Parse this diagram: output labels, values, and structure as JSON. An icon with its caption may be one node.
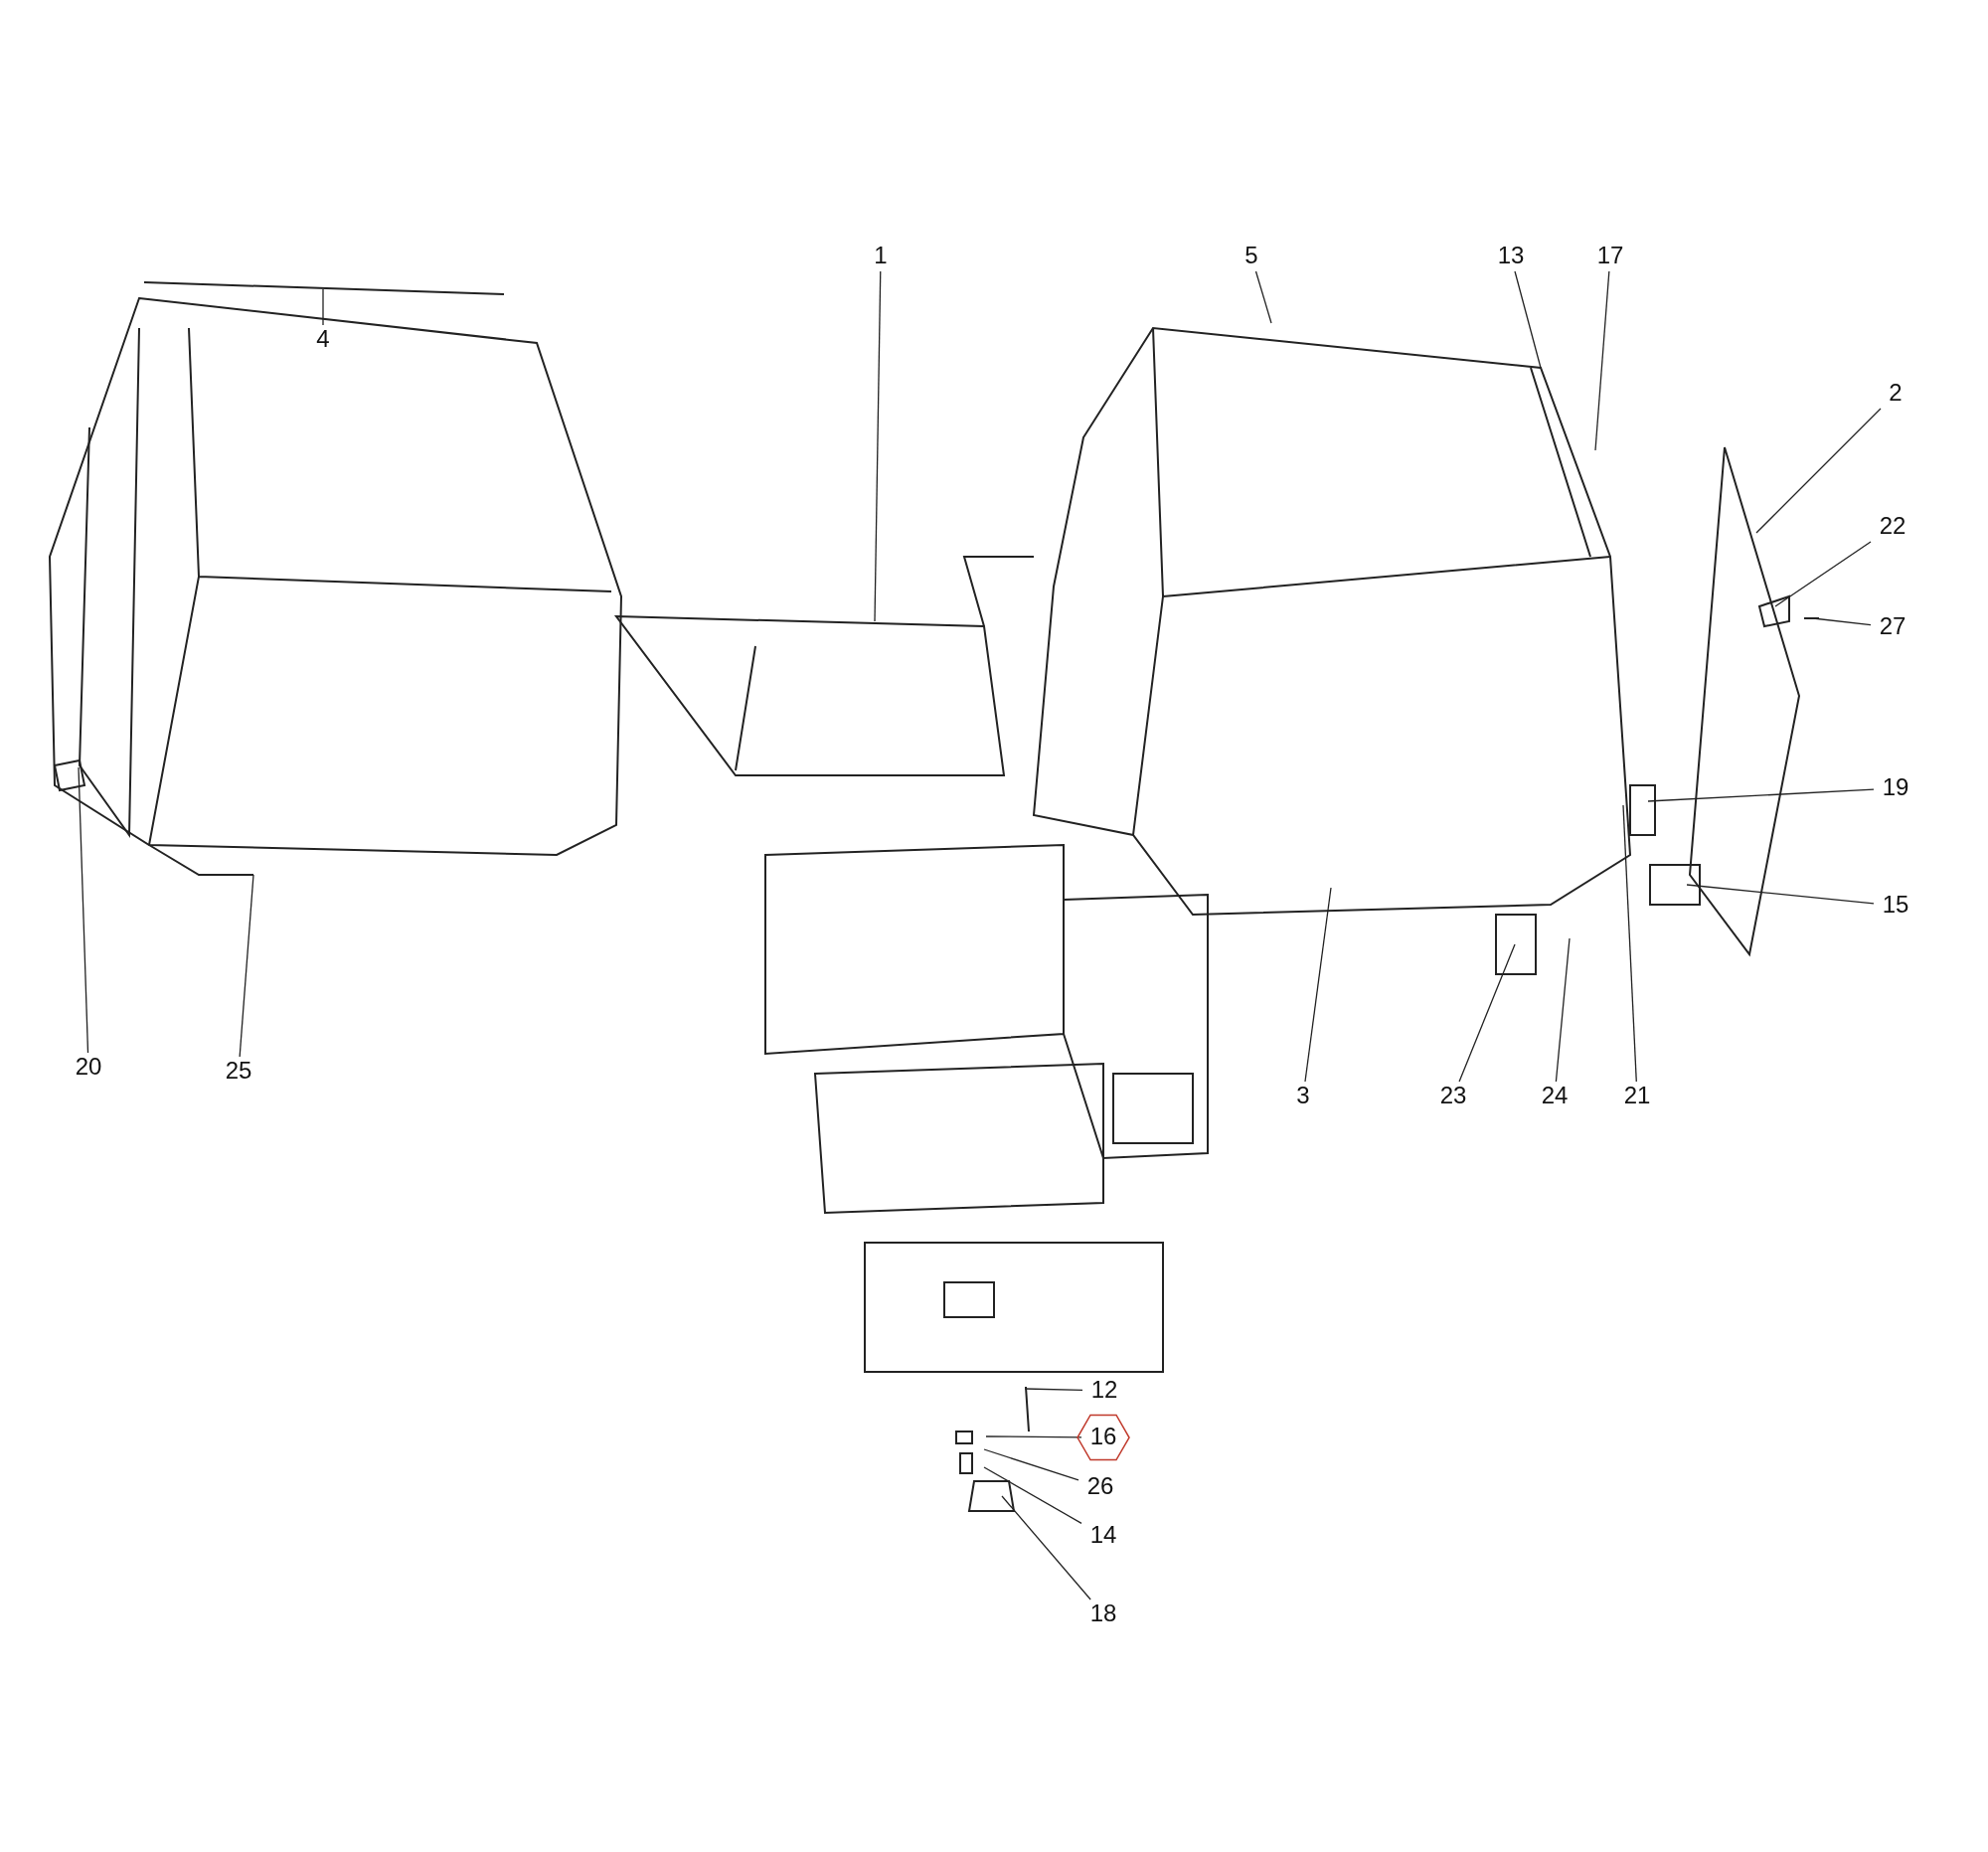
{
  "diagram": {
    "nodes": [
      {
        "text": [
          "1"
        ]
      },
      {
        "text": [
          "5"
        ]
      },
      {
        "text": [
          "13"
        ]
      },
      {
        "text": [
          "17"
        ]
      },
      {
        "text": [
          "4"
        ]
      },
      {
        "text": [
          "2"
        ]
      },
      {
        "text": [
          "22"
        ]
      },
      {
        "text": [
          "27"
        ]
      },
      {
        "text": [
          "19"
        ]
      },
      {
        "text": [
          "15"
        ]
      },
      {
        "text": [
          "20"
        ]
      },
      {
        "text": [
          "25"
        ]
      },
      {
        "text": [
          "3"
        ]
      },
      {
        "text": [
          "23"
        ]
      },
      {
        "text": [
          "24"
        ]
      },
      {
        "text": [
          "21"
        ]
      },
      {
        "text": [
          "12"
        ]
      },
      {
        "text": [
          "16"
        ]
      },
      {
        "text": [
          "26"
        ]
      },
      {
        "text": [
          "14"
        ]
      },
      {
        "text": [
          "18"
        ]
      }
    ],
    "edges": [
      {
        "from": 0,
        "to": null,
        "arrow": "none"
      },
      {
        "from": 1,
        "to": null,
        "arrow": "none"
      },
      {
        "from": 2,
        "to": null,
        "arrow": "none"
      },
      {
        "from": 3,
        "to": null,
        "arrow": "none"
      },
      {
        "from": 4,
        "to": null,
        "arrow": "none"
      },
      {
        "from": 5,
        "to": null,
        "arrow": "none"
      },
      {
        "from": 6,
        "to": null,
        "arrow": "none"
      },
      {
        "from": 7,
        "to": null,
        "arrow": "none"
      },
      {
        "from": 8,
        "to": null,
        "arrow": "none"
      },
      {
        "from": 9,
        "to": null,
        "arrow": "none"
      },
      {
        "from": 10,
        "to": null,
        "arrow": "none"
      },
      {
        "from": 11,
        "to": null,
        "arrow": "none"
      },
      {
        "from": 12,
        "to": null,
        "arrow": "none"
      },
      {
        "from": 13,
        "to": null,
        "arrow": "none"
      },
      {
        "from": 14,
        "to": null,
        "arrow": "none"
      },
      {
        "from": 15,
        "to": null,
        "arrow": "none"
      },
      {
        "from": 16,
        "to": null,
        "arrow": "none"
      },
      {
        "from": 17,
        "to": null,
        "arrow": "none"
      },
      {
        "from": 18,
        "to": null,
        "arrow": "none"
      },
      {
        "from": 19,
        "to": null,
        "arrow": "none"
      },
      {
        "from": 20,
        "to": null,
        "arrow": "none"
      }
    ]
  }
}
